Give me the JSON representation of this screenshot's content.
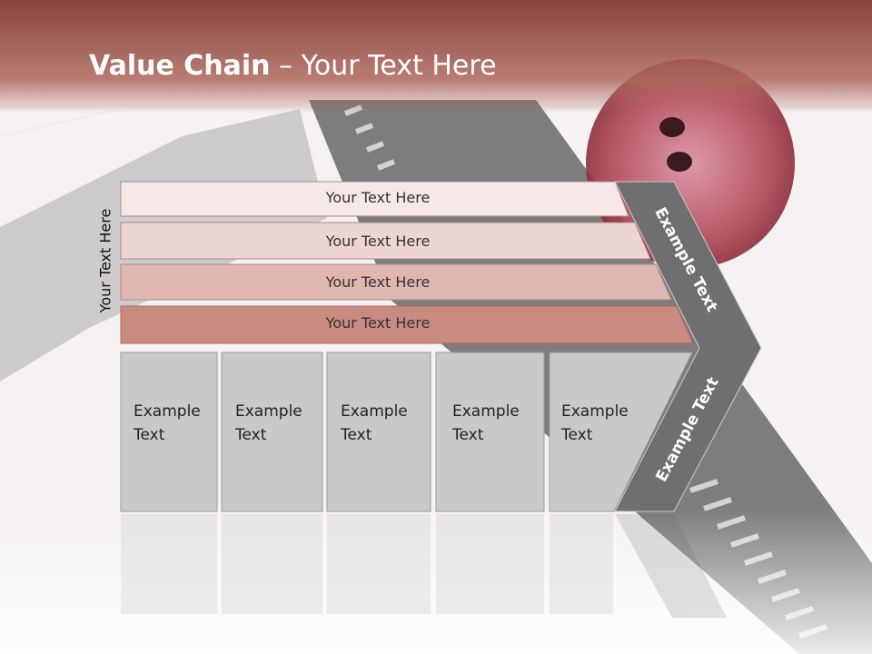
{
  "title": {
    "bold": "Value Chain",
    "rest": " – Your Text Here"
  },
  "side_label": "Your Text Here",
  "rows": [
    "Your Text Here",
    "Your Text Here",
    "Your Text Here",
    "Your Text Here"
  ],
  "boxes": [
    {
      "line1": "Example",
      "line2": "Text"
    },
    {
      "line1": "Example",
      "line2": "Text"
    },
    {
      "line1": "Example",
      "line2": "Text"
    },
    {
      "line1": "Example",
      "line2": "Text"
    },
    {
      "line1": "Example",
      "line2": "Text"
    }
  ],
  "chevron": {
    "top": "Example Text",
    "bottom": "Example Text"
  },
  "colors": {
    "title_bar": "#8a4238",
    "row1": "#f5e8e7",
    "row2": "#ecd5d2",
    "row3": "#e0b7b0",
    "row4": "#c98a80",
    "box": "#c9c9c9",
    "chevron": "#6f6f6f"
  }
}
